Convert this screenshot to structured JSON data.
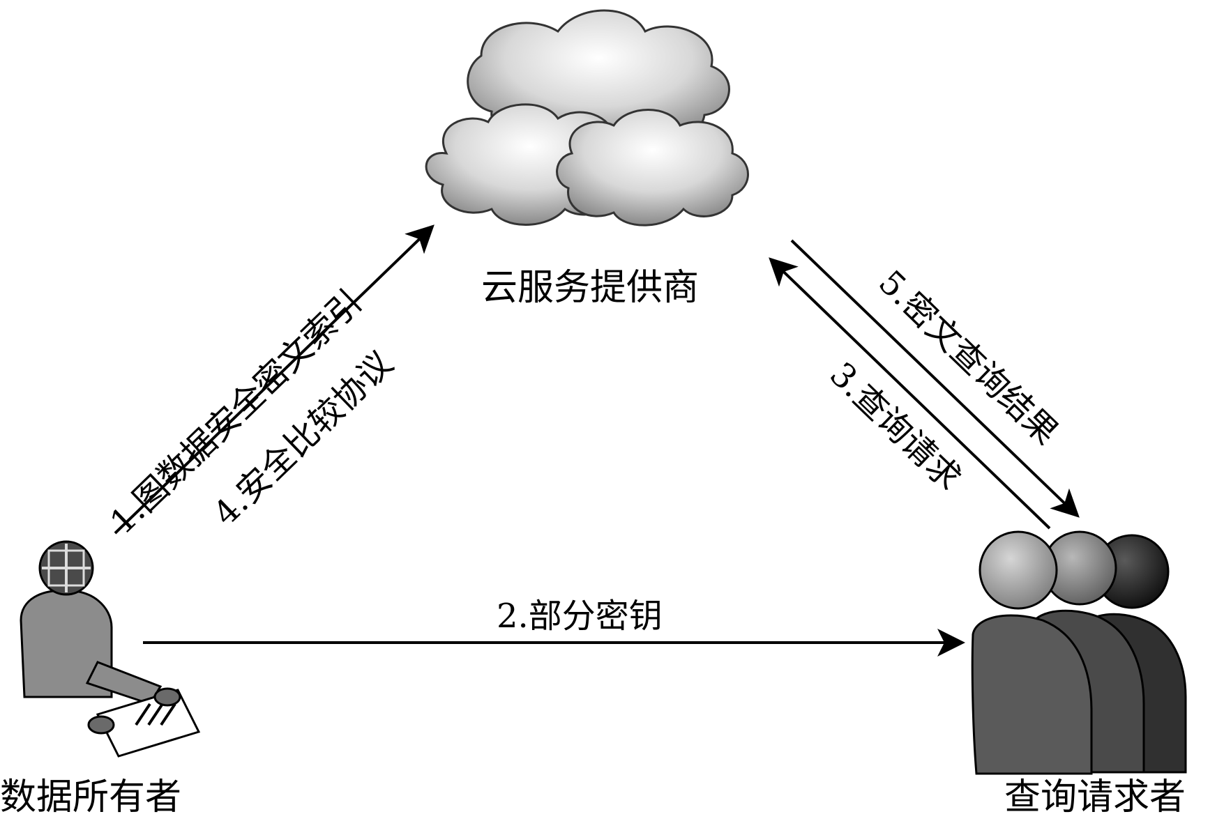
{
  "nodes": {
    "cloud_provider": {
      "label": "云服务提供商"
    },
    "data_owner": {
      "label": "数据所有者"
    },
    "query_requester": {
      "label": "查询请求者"
    }
  },
  "edges": {
    "step1": {
      "label": "1.图数据安全密文索引"
    },
    "step4": {
      "label": "4.安全比较协议"
    },
    "step2": {
      "label": "2.部分密钥"
    },
    "step3": {
      "label": "3.查询请求"
    },
    "step5": {
      "label": "5.密文查询结果"
    }
  }
}
